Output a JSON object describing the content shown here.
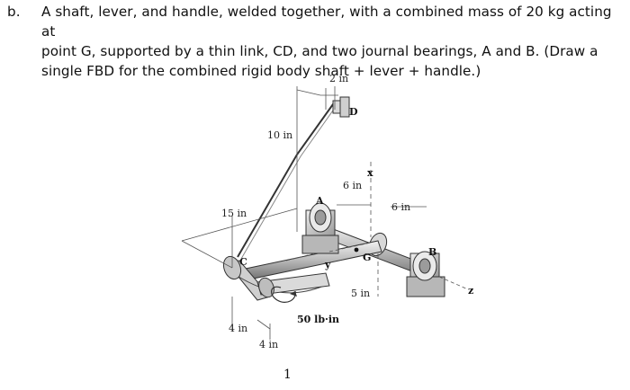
{
  "problem": {
    "label": "b.",
    "lines": [
      "A shaft, lever, and handle, welded together, with a combined mass of 20 kg acting at",
      "point G, supported by a thin link, CD, and two journal bearings, A and B. (Draw a",
      "single FBD for the combined rigid body shaft + lever + handle.)"
    ]
  },
  "figure": {
    "dims": {
      "d_2in": "2 in",
      "d_10in": "10 in",
      "d_6in_a": "6 in",
      "d_6in_b": "6 in",
      "d_15in": "15 in",
      "d_5in": "5 in",
      "d_4in_a": "4 in",
      "d_4in_b": "4 in",
      "moment": "50 lb·in"
    },
    "points": {
      "A": "A",
      "B": "B",
      "C": "C",
      "D": "D",
      "G": "G"
    },
    "axes": {
      "x": "x",
      "y": "y",
      "z": "z"
    }
  },
  "page_number": "1"
}
